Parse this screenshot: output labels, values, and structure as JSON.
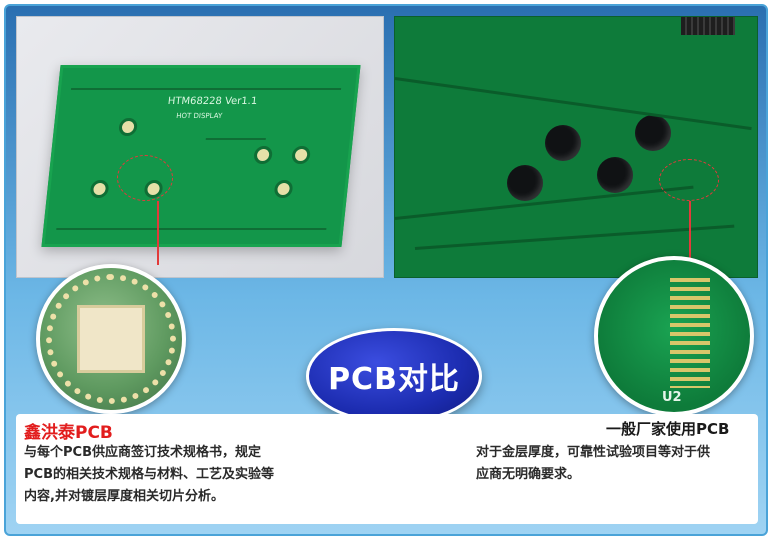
{
  "center_badge": {
    "label": "PCB对比"
  },
  "left_panel": {
    "board_title": "HTM68228  Ver1.1",
    "board_subtitle": "HOT DISPLAY",
    "title": "鑫洪泰PCB",
    "body_line1": "与每个PCB供应商签订技术规格书，规定",
    "body_line2": "PCB的相关技术规格与材料、工艺及实验等",
    "body_line3": "内容,并对镀层厚度相关切片分析。"
  },
  "right_panel": {
    "zoom_label": "U2",
    "title": "一般厂家使用PCB",
    "body_line1": "对于金层厚度，可靠性试验项目等对于供",
    "body_line2": "应商无明确要求。"
  },
  "colors": {
    "accent_red": "#e21d1d",
    "badge_blue": "#1c2cb0",
    "pcb_green": "#13964a",
    "background_blue": "#2a6fb1"
  }
}
